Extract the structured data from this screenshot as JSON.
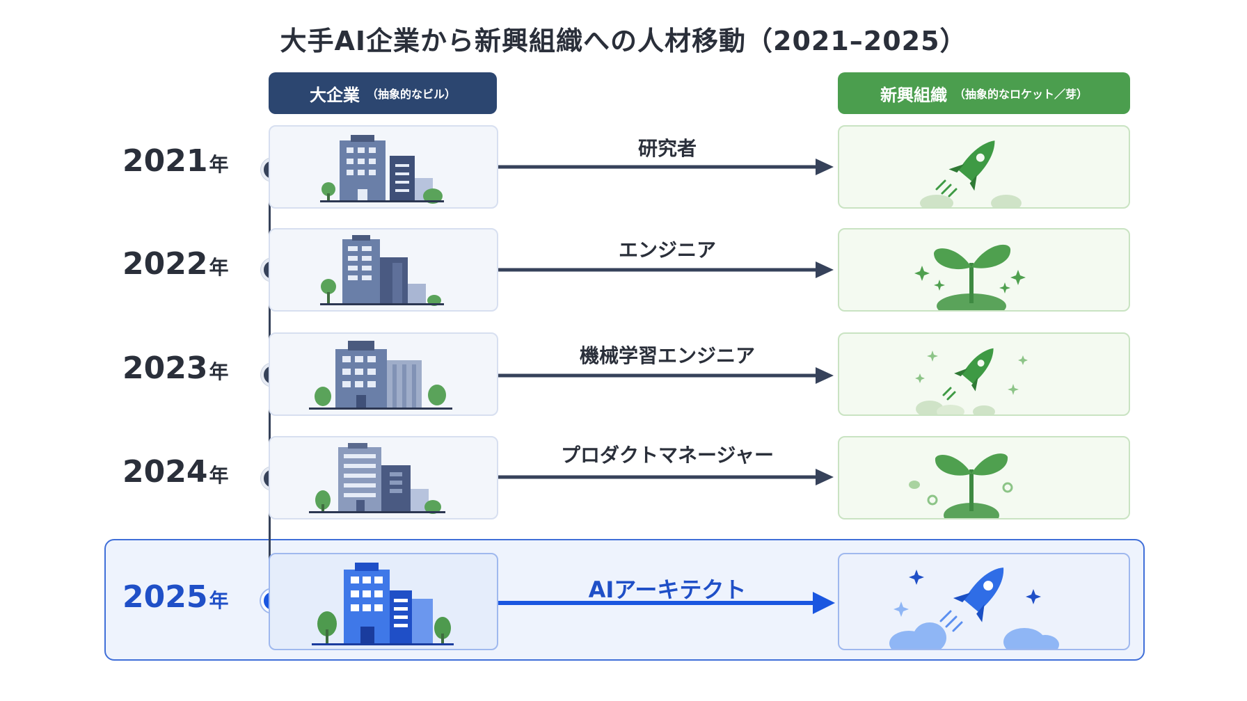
{
  "title": "大手AI企業から新興組織への人材移動（2021–2025）",
  "headers": {
    "left": {
      "main": "大企業",
      "sub": "（抽象的なビル）"
    },
    "right": {
      "main": "新興組織",
      "sub": "（抽象的なロケット／芽）"
    }
  },
  "rows": [
    {
      "year": "2021",
      "suffix": "年",
      "role": "研究者",
      "target_icon": "rocket-icon"
    },
    {
      "year": "2022",
      "suffix": "年",
      "role": "エンジニア",
      "target_icon": "sprout-icon"
    },
    {
      "year": "2023",
      "suffix": "年",
      "role": "機械学習エンジニア",
      "target_icon": "rocket-icon"
    },
    {
      "year": "2024",
      "suffix": "年",
      "role": "プロダクトマネージャー",
      "target_icon": "sprout-icon"
    },
    {
      "year": "2025",
      "suffix": "年",
      "role": "AIアーキテクト",
      "target_icon": "rocket-icon",
      "highlighted": true
    }
  ],
  "colors": {
    "navy": "#2c4670",
    "green": "#4b9e4e",
    "highlight_blue": "#1a56e0",
    "arrow": "#36425a"
  }
}
